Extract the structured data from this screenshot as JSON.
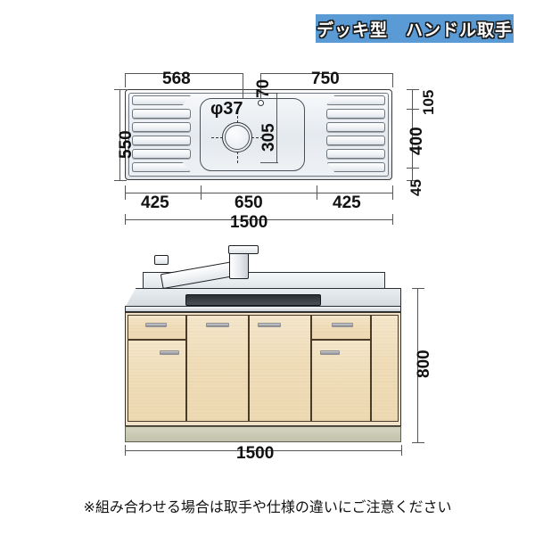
{
  "banner": {
    "label": "デッキ型　ハンドル取手",
    "color": "#5b9bd5"
  },
  "plan_view": {
    "name": "sink-top-view",
    "dimensions": {
      "top_left": "568",
      "top_center": "70",
      "top_right": "750",
      "left_height": "550",
      "right_top": "105",
      "right_middle": "400",
      "right_bottom": "45",
      "drain_diameter": "φ37",
      "drain_offset": "305",
      "bottom_left": "425",
      "bottom_center": "650",
      "bottom_right": "425",
      "bottom_total": "1500"
    }
  },
  "elevation_view": {
    "name": "cabinet-front-view",
    "dimensions": {
      "height": "800",
      "width": "1500"
    },
    "faucet": "deck-type-single-lever-faucet",
    "doors": [
      "drawer-left",
      "door-left",
      "door-center-left",
      "door-center-right",
      "door-right",
      "drawer-right"
    ]
  },
  "caption": {
    "text": "※組み合わせる場合は取手や仕様の違いにご注意ください"
  }
}
